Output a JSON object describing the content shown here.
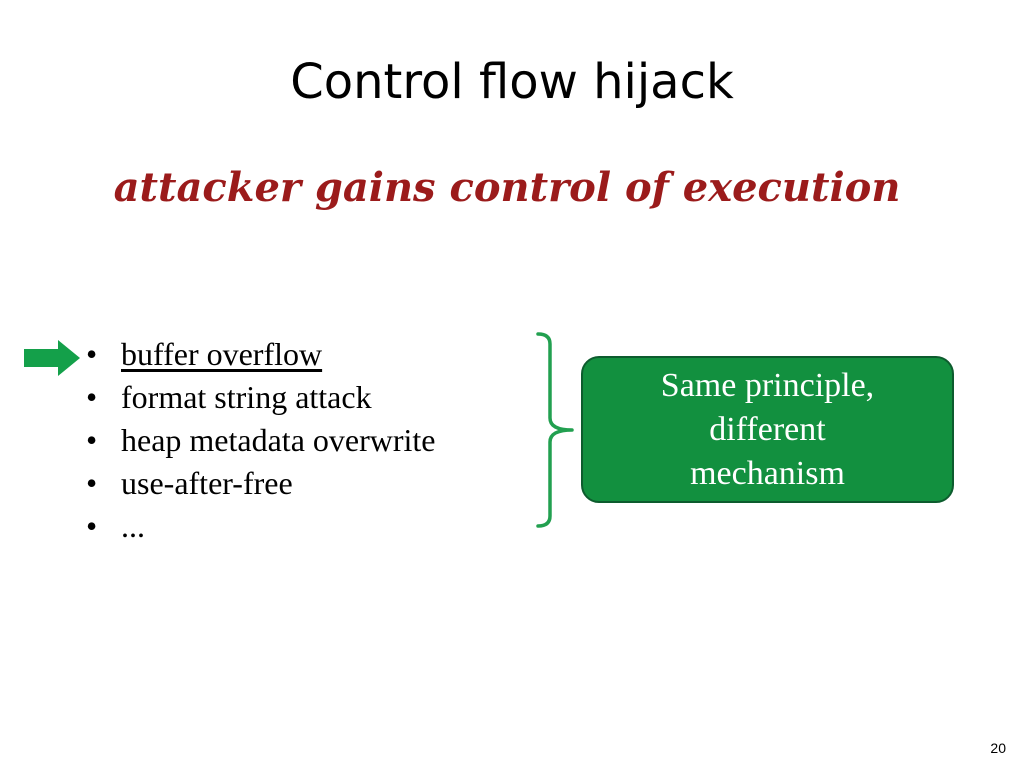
{
  "slide": {
    "title": "Control flow hijack",
    "subtitle": "attacker gains control of execution",
    "bullet_marker": "•",
    "bullets": [
      {
        "text": "buffer overflow",
        "current": true
      },
      {
        "text": "format string attack",
        "current": false
      },
      {
        "text": "heap metadata overwrite",
        "current": false
      },
      {
        "text": "use-after-free",
        "current": false
      },
      {
        "text": "...",
        "current": false
      }
    ],
    "callout": {
      "lines": [
        "Same principle,",
        "different",
        "mechanism"
      ]
    },
    "slide_number": "20",
    "pointer_icon": "right-arrow-icon",
    "bracket_icon": "right-brace-icon"
  },
  "colors": {
    "subtitle": "#9b1b1b",
    "accent_green": "#12903f",
    "accent_green_dark": "#0d5c2e",
    "arrow_green": "#14a04a",
    "bracket_green": "#22a050"
  }
}
